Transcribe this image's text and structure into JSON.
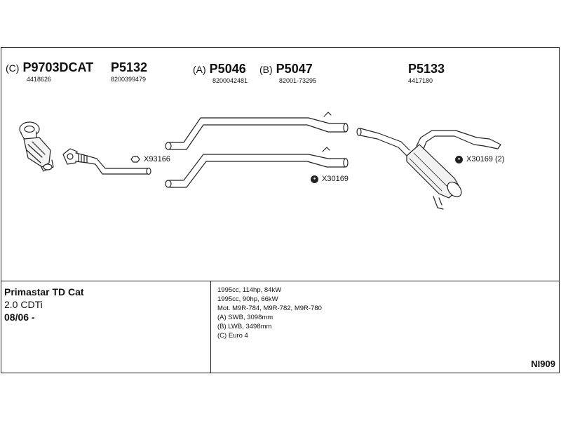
{
  "parts": [
    {
      "prefix": "(C)",
      "code": "P9703DCAT",
      "oe": "4418626"
    },
    {
      "prefix": "",
      "code": "P5132",
      "oe": "8200399479"
    },
    {
      "prefix": "(A)",
      "code": "P5046",
      "oe": "8200042481"
    },
    {
      "prefix": "(B)",
      "code": "P5047",
      "oe": "82001-73295"
    },
    {
      "prefix": "",
      "code": "P5133",
      "oe": "4417180"
    }
  ],
  "callouts": [
    {
      "label": "X93166",
      "icon": "clamp-icon"
    },
    {
      "label": "X30169",
      "icon": "bracket-ring-icon"
    },
    {
      "label": "X30169 (2)",
      "icon": "bracket-ring-icon"
    }
  ],
  "vehicle": {
    "name": "Primastar TD Cat",
    "engine": "2.0 CDTi",
    "year": "08/06 -"
  },
  "specs": [
    "1995cc, 114hp, 84kW",
    "1995cc, 90hp, 66kW",
    "Mot. M9R-784, M9R-782, M9R-780",
    "(A) SWB, 3098mm",
    "(B) LWB, 3498mm",
    "(C) Euro 4"
  ],
  "diagram_code": "NI909"
}
